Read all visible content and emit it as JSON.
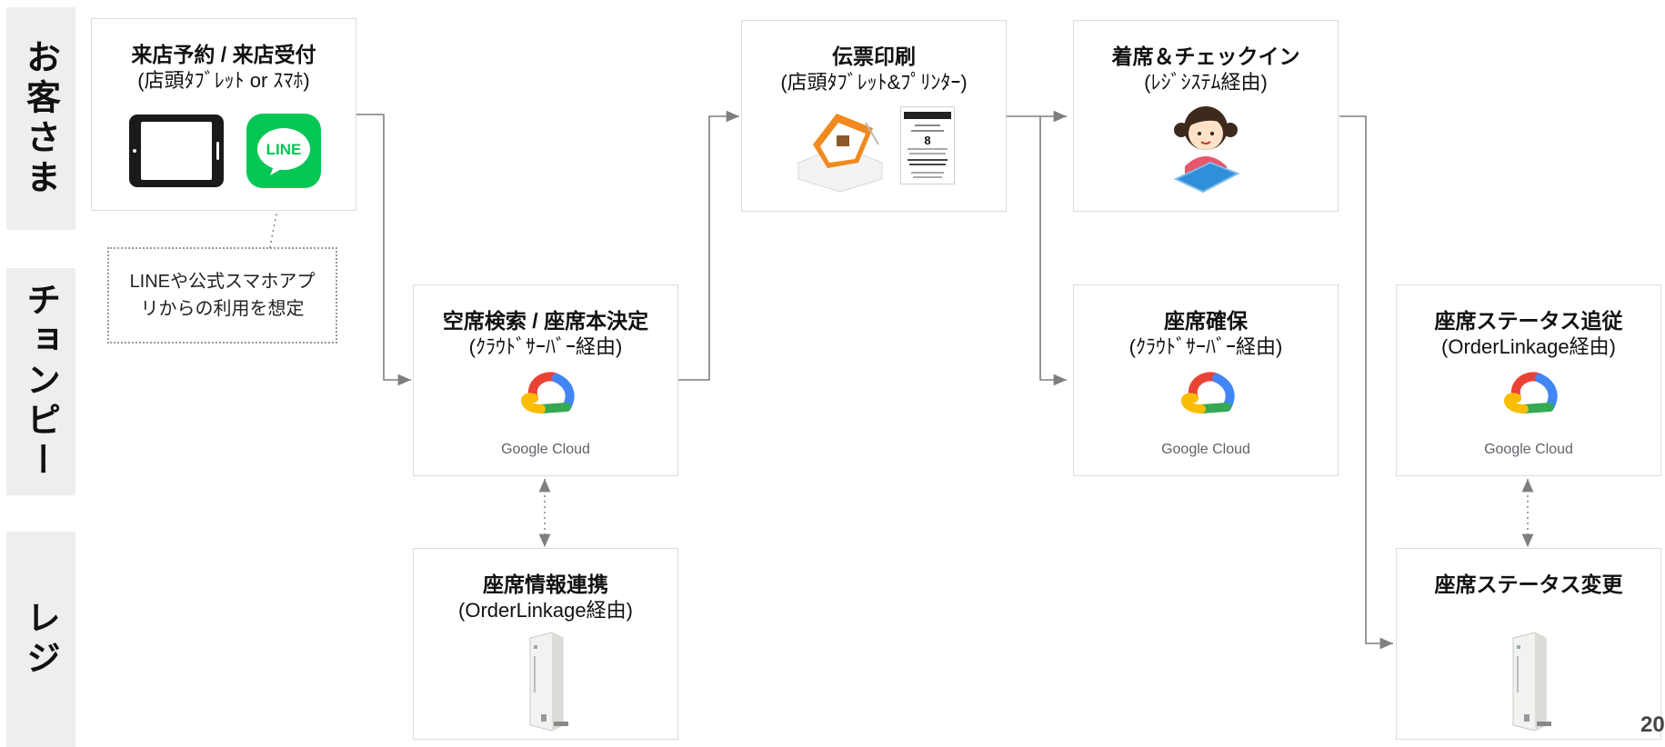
{
  "lanes": {
    "customer": "お客さま",
    "choanpi": "チョンピー",
    "register": "レジ"
  },
  "boxes": {
    "reserve": {
      "title": "来店予約 / 来店受付",
      "sub": "(店頭ﾀﾌﾞﾚｯﾄ or ｽﾏﾎ)"
    },
    "search": {
      "title": "空席検索 / 座席本決定",
      "sub": "(ｸﾗｳﾄﾞｻｰﾊﾞｰ経由)"
    },
    "print": {
      "title": "伝票印刷",
      "sub": "(店頭ﾀﾌﾞﾚｯﾄ&ﾌﾟﾘﾝﾀｰ)"
    },
    "checkin": {
      "title": "着席＆チェックイン",
      "sub": "(ﾚｼﾞｼｽﾃﾑ経由)"
    },
    "secure": {
      "title": "座席確保",
      "sub": "(ｸﾗｳﾄﾞｻｰﾊﾞｰ経由)"
    },
    "follow": {
      "title": "座席ステータス追従",
      "sub": "(OrderLinkage経由)"
    },
    "sync": {
      "title": "座席情報連携",
      "sub": "(OrderLinkage経由)"
    },
    "change": {
      "title": "座席ステータス変更",
      "sub": ""
    }
  },
  "note": "LINEや公式スマホアプリからの利用を想定",
  "line_logo_text": "LINE",
  "google_cloud_label": "Google Cloud",
  "ticket": {
    "number": "8"
  },
  "page_number": "20",
  "colors": {
    "lane_bg": "#eeeeee",
    "box_border": "#dcdcdc",
    "arrow": "#7f7f7f",
    "line_green": "#06c755",
    "gc_blue": "#4285f4",
    "gc_red": "#ea4335",
    "gc_yellow": "#fbbc04",
    "gc_green": "#34a853",
    "printer_orange": "#f08a1e"
  },
  "icons": [
    "tablet-icon",
    "line-icon",
    "google-cloud-icon",
    "printer-icon",
    "ticket-icon",
    "girl-with-tablet-icon",
    "server-icon"
  ]
}
